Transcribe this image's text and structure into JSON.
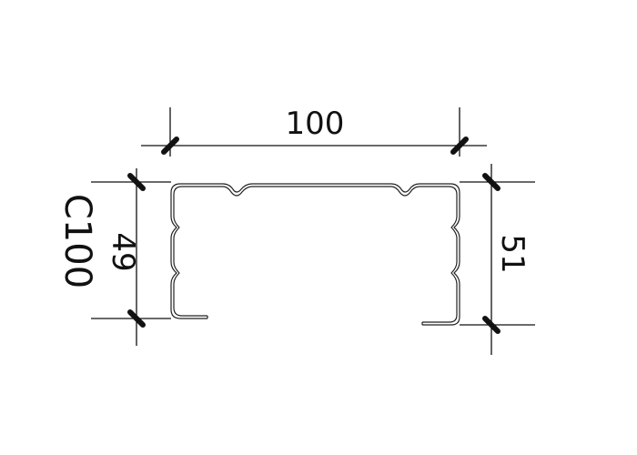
{
  "profile": {
    "name": "C100",
    "dimensions": {
      "width": "100",
      "height_left": "49",
      "height_right": "51"
    }
  },
  "colors": {
    "line": "#111111",
    "profile_outline": "#222222",
    "background": "#ffffff"
  }
}
